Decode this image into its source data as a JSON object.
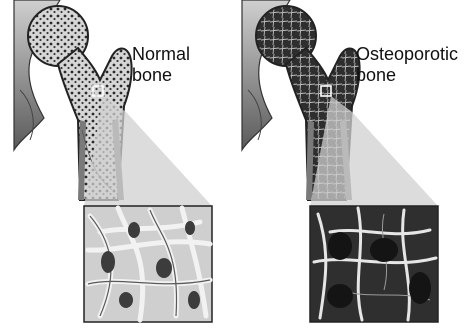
{
  "panels": [
    {
      "id": "normal",
      "label_line1": "Normal",
      "label_line2": "bone"
    },
    {
      "id": "osteoporotic",
      "label_line1": "Osteoporotic",
      "label_line2": "bone"
    }
  ],
  "colors": {
    "background": "#ffffff",
    "ink": "#111111",
    "bone_light": "#e8e8e8",
    "bone_mid": "#b0b0b0",
    "bone_dark": "#3a3a3a",
    "magnifier_cone": "#d0d0d0"
  }
}
